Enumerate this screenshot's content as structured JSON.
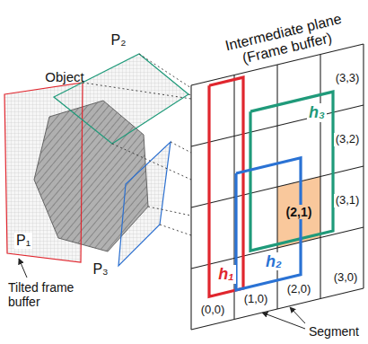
{
  "diagram": {
    "labels": [
      "Intermediate plane (Frame buffer)",
      "Object",
      "P₂",
      "P₁",
      "P₃",
      "(3,3)",
      "(3,2)",
      "(3,1)",
      "(2,1)",
      "h₃",
      "h₁",
      "h₂",
      "Tilted frame buffer",
      "(0,0)",
      "(1,0)",
      "(2,0)",
      "(3,0)",
      "Segment"
    ]
  }
}
